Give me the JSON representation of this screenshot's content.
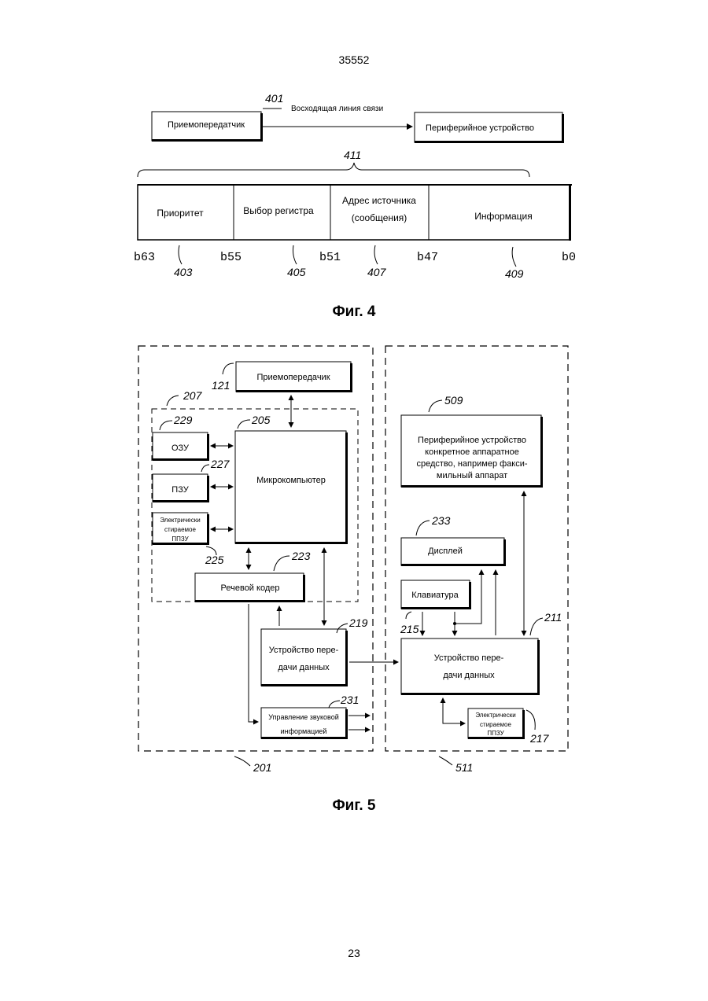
{
  "header": {
    "doc_number": "35552"
  },
  "fig4": {
    "caption": "Фиг. 4",
    "uplink": {
      "ref": "401",
      "label": "Восходящая линия связи"
    },
    "transceiver_label": "Приемопередатчик",
    "peripheral_label": "Периферийное устройство",
    "frame_ref": "411",
    "fields": [
      {
        "label": "Приоритет"
      },
      {
        "label": "Выбор регистра"
      },
      {
        "line1": "Адрес источника",
        "line2": "(сообщения)"
      },
      {
        "label": "Информация"
      }
    ],
    "bits": [
      "b63",
      "b55",
      "b51",
      "b47",
      "b0"
    ],
    "field_refs": [
      "403",
      "405",
      "407",
      "409"
    ]
  },
  "fig5": {
    "caption": "Фиг. 5",
    "transceiver": {
      "ref": "121",
      "label": "Приемопередачик"
    },
    "group_ref": "207",
    "microcomputer": {
      "ref": "205",
      "label": "Микрокомпьютер"
    },
    "ram": {
      "ref": "229",
      "label": "ОЗУ"
    },
    "rom": {
      "ref": "227",
      "label": "ПЗУ"
    },
    "eeprom_left": {
      "ref": "225",
      "lines": [
        "Электрически",
        "стираемое",
        "ППЗУ"
      ]
    },
    "vocoder": {
      "ref": "223",
      "label": "Речевой кодер"
    },
    "data_left": {
      "ref": "219",
      "lines": [
        "Устройство пере-",
        "дачи данных"
      ]
    },
    "audio_ctrl": {
      "ref": "231",
      "lines": [
        "Управление звуковой",
        "информацией"
      ]
    },
    "left_ref": "201",
    "peripheral_hw": {
      "ref": "509",
      "lines": [
        "Периферийное устройство",
        "конкретное аппаратное",
        "средство, например факси-",
        "мильный аппарат"
      ]
    },
    "display": {
      "ref": "233",
      "label": "Дисплей"
    },
    "keyboard": {
      "ref": "215",
      "label": "Клавиатура"
    },
    "data_right": {
      "ref": "211",
      "lines": [
        "Устройство пере-",
        "дачи данных"
      ]
    },
    "eeprom_right": {
      "ref": "217",
      "lines": [
        "Электрически",
        "стираемое",
        "ППЗУ"
      ]
    },
    "right_ref": "511"
  },
  "footer": {
    "page_number": "23"
  }
}
